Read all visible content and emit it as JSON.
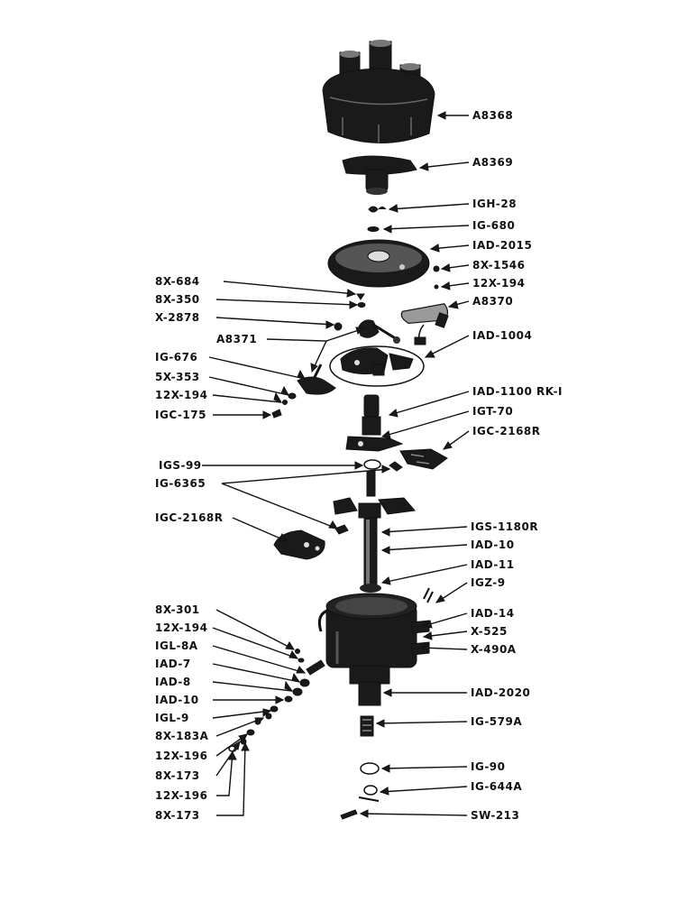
{
  "labels": {
    "a8368": "A8368",
    "a8369": "A8369",
    "igh28": "IGH-28",
    "ig680": "IG-680",
    "iad2015": "IAD-2015",
    "bx1546": "8X-1546",
    "x194a": "12X-194",
    "bx684": "8X-684",
    "a8370": "A8370",
    "bx350": "8X-350",
    "x2878": "X-2878",
    "a8371": "A8371",
    "iad1004": "IAD-1004",
    "ig676": "IG-676",
    "bx353": "5X-353",
    "x194b": "12X-194",
    "igc175": "IGC-175",
    "iad1100": "IAD-1100 RK-I",
    "igt70": "IGT-70",
    "igc2168r_a": "IGC-2168R",
    "igs99": "IGS-99",
    "ig6365": "IG-6365",
    "igc2168r_b": "IGC-2168R",
    "igs1180r": "IGS-1180R",
    "iad10a": "IAD-10",
    "iad11": "IAD-11",
    "igz9": "IGZ-9",
    "bx301": "8X-301",
    "iad14": "IAD-14",
    "x194c": "12X-194",
    "x525": "X-525",
    "igl8a": "IGL-8A",
    "x490a": "X-490A",
    "iad7": "IAD-7",
    "iad8": "IAD-8",
    "iad2020": "IAD-2020",
    "iad10b": "IAD-10",
    "igl9": "IGL-9",
    "ig579a": "IG-579A",
    "bx183a": "8X-183A",
    "x196a": "12X-196",
    "bx173a": "8X-173",
    "ig90": "IG-90",
    "x196b": "12X-196",
    "ig644a": "IG-644A",
    "bx173b": "8X-173",
    "sw213": "SW-213"
  }
}
